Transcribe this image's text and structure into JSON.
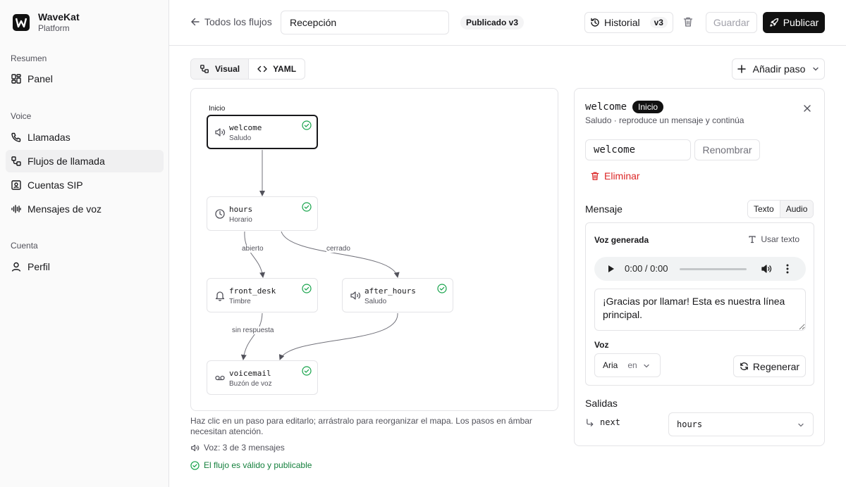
{
  "brand": {
    "name": "WaveKat",
    "subtitle": "Platform"
  },
  "sidebar": {
    "groups": [
      {
        "label": "Resumen",
        "items": [
          {
            "label": "Panel",
            "icon": "dashboard-icon"
          }
        ]
      },
      {
        "label": "Voice",
        "items": [
          {
            "label": "Llamadas",
            "icon": "phone-icon"
          },
          {
            "label": "Flujos de llamada",
            "icon": "workflow-icon",
            "active": true
          },
          {
            "label": "Cuentas SIP",
            "icon": "contact-card-icon"
          },
          {
            "label": "Mensajes de voz",
            "icon": "audio-lines-icon"
          }
        ]
      },
      {
        "label": "Cuenta",
        "items": [
          {
            "label": "Perfil",
            "icon": "user-icon"
          }
        ]
      }
    ]
  },
  "header": {
    "back_label": "Todos los flujos",
    "flow_name": "Recepción",
    "published_badge": "Publicado v3",
    "history_label": "Historial",
    "history_version": "v3",
    "save_label": "Guardar",
    "publish_label": "Publicar"
  },
  "toolbar": {
    "visual_label": "Visual",
    "yaml_label": "YAML",
    "add_step_label": "Añadir paso"
  },
  "canvas": {
    "start_label": "Inicio",
    "nodes": [
      {
        "id": "welcome",
        "type": "Saludo",
        "icon": "speaker-icon",
        "valid": true,
        "selected": true
      },
      {
        "id": "hours",
        "type": "Horario",
        "icon": "clock-icon",
        "valid": true
      },
      {
        "id": "front_desk",
        "type": "Timbre",
        "icon": "bell-icon",
        "valid": true
      },
      {
        "id": "after_hours",
        "type": "Saludo",
        "icon": "speaker-icon",
        "valid": true
      },
      {
        "id": "voicemail",
        "type": "Buzón de voz",
        "icon": "voicemail-icon",
        "valid": true
      }
    ],
    "edges": [
      {
        "from": "welcome",
        "to": "hours",
        "label": ""
      },
      {
        "from": "hours",
        "to": "front_desk",
        "label": "abierto"
      },
      {
        "from": "hours",
        "to": "after_hours",
        "label": "cerrado"
      },
      {
        "from": "front_desk",
        "to": "voicemail",
        "label": "sin respuesta"
      },
      {
        "from": "after_hours",
        "to": "voicemail",
        "label": ""
      }
    ]
  },
  "footer": {
    "help_text": "Haz clic en un paso para editarlo; arrástralo para reorganizar el mapa. Los pasos en ámbar necesitan atención.",
    "voice_count": "Voz: 3 de 3 mensajes",
    "valid_text": "El flujo es válido y publicable"
  },
  "inspector": {
    "step_id": "welcome",
    "start_badge": "Inicio",
    "description": "Saludo · reproduce un mensaje y continúa",
    "rename_value": "welcome",
    "rename_label": "Renombrar",
    "delete_label": "Eliminar",
    "message_label": "Mensaje",
    "tab_text": "Texto",
    "tab_audio": "Audio",
    "generated_voice_label": "Voz generada",
    "use_text_label": "Usar texto",
    "audio_time": "0:00 / 0:00",
    "message_text": "¡Gracias por llamar! Esta es nuestra línea principal.",
    "voice_label": "Voz",
    "voice_name": "Aria",
    "voice_lang": "en",
    "regenerate_label": "Regenerar",
    "outputs_label": "Salidas",
    "outputs": [
      {
        "name": "next",
        "target": "hours"
      }
    ]
  },
  "colors": {
    "accent": "#111111",
    "success": "#16a34a",
    "danger": "#dc2626",
    "border": "#e4e4e7",
    "muted": "#52525b"
  }
}
